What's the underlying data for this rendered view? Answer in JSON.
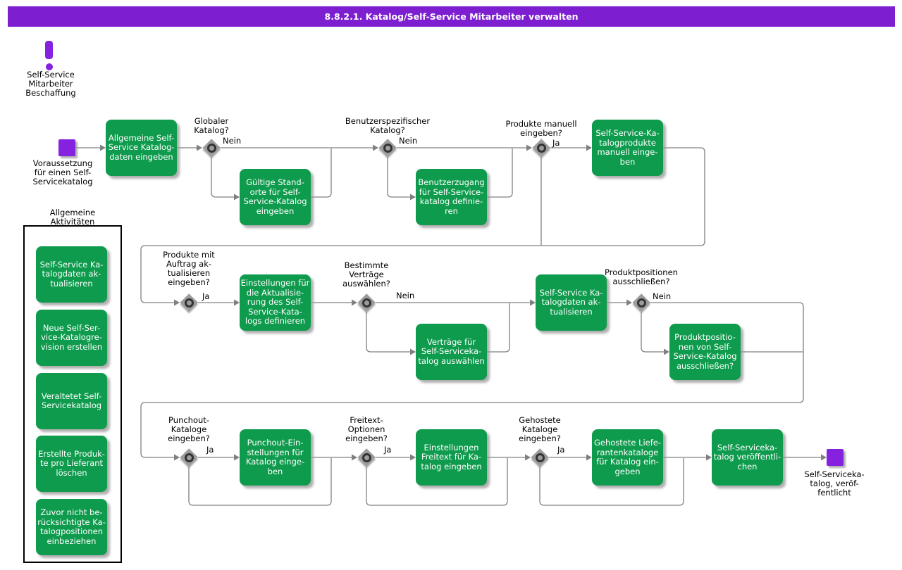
{
  "title": "8.8.2.1. Katalog/Self-Service Mitarbeiter verwalten",
  "colors": {
    "purple_header": "#7D1FD1",
    "purple_node": "#8522E0",
    "green": "#0F9B4D",
    "diamond": "#9C9C9C",
    "line": "#808080"
  },
  "events": {
    "trigger_label": "Self-Service\nMitarbeiter\nBeschaffung",
    "start_label": "Voraussetzung\nfür einen Self-\nServicekatalog",
    "end_label": "Self-Serviceka-\ntalog, veröf-\nfentlicht"
  },
  "tasks": {
    "enter_catalog_data": "Allgemeine Self-\nService Katalog-\ndaten eingeben",
    "valid_locations": "Gültige Stand-\norte für Self-\nService-Katalog\neingeben",
    "user_access": "Benutzerzugang\nfür Self-Service-\nkatalog definie-\nren",
    "manual_products": "Self-Service-Ka-\ntalogprodukte\nmanuell einge-\nben",
    "update_settings": "Einstellungen für\ndie Aktualisie-\nrung des Self-\nService-Kata-\nlogs definieren",
    "select_contracts": "Verträge für\nSelf-Serviceka-\ntalog auswählen",
    "update_catalog_data": "Self-Service Ka-\ntalogdaten ak-\ntualisieren",
    "exclude_positions": "Produktpositio-\nnen von Self-\nService-Katalog\nausschließen?",
    "punchout_settings": "Punchout-Ein-\nstellungen für\nKatalog einge-\nben",
    "freetext_settings": "Einstellungen\nFreitext für Ka-\ntalog eingeben",
    "hosted_catalogs": "Gehostete Liefe-\nrantenkataloge\nfür Katalog ein-\ngeben",
    "publish_catalog": "Self-Serviceka-\ntalog veröffentli-\nchen"
  },
  "gateways": {
    "global_catalog": {
      "question": "Globaler\nKatalog?",
      "answer": "Nein"
    },
    "user_specific_catalog": {
      "question": "Benutzerspezifischer\nKatalog?",
      "answer": "Nein"
    },
    "manual_products": {
      "question": "Produkte manuell\neingeben?",
      "answer": "Ja"
    },
    "update_with_order": {
      "question": "Produkte mit\nAuftrag ak-\ntualisieren\neingeben?",
      "answer": "Ja"
    },
    "specific_contracts": {
      "question": "Bestimmte\nVerträge\nauswählen?",
      "answer": "Nein"
    },
    "exclude_positions": {
      "question": "Produktpositionen\nausschließen?",
      "answer": "Nein"
    },
    "punchout": {
      "question": "Punchout-\nKataloge\neingeben?",
      "answer": "Ja"
    },
    "freetext": {
      "question": "Freitext-\nOptionen\neingeben?",
      "answer": "Ja"
    },
    "hosted": {
      "question": "Gehostete\nKataloge\neingeben?",
      "answer": "Ja"
    }
  },
  "sidebar": {
    "title": "Allgemeine\nAktivitäten",
    "items": [
      "Self-Service Ka-\ntalogdaten ak-\ntualisieren",
      "Neue Self-Ser-\nvice-Katalogre-\nvision erstellen",
      "Veraltetet Self-\nServicekatalog",
      "Erstellte Produk-\nte pro Lieferant\nlöschen",
      "Zuvor nicht be-\nrücksichtigte Ka-\ntalogpositionen\neinbeziehen"
    ]
  }
}
